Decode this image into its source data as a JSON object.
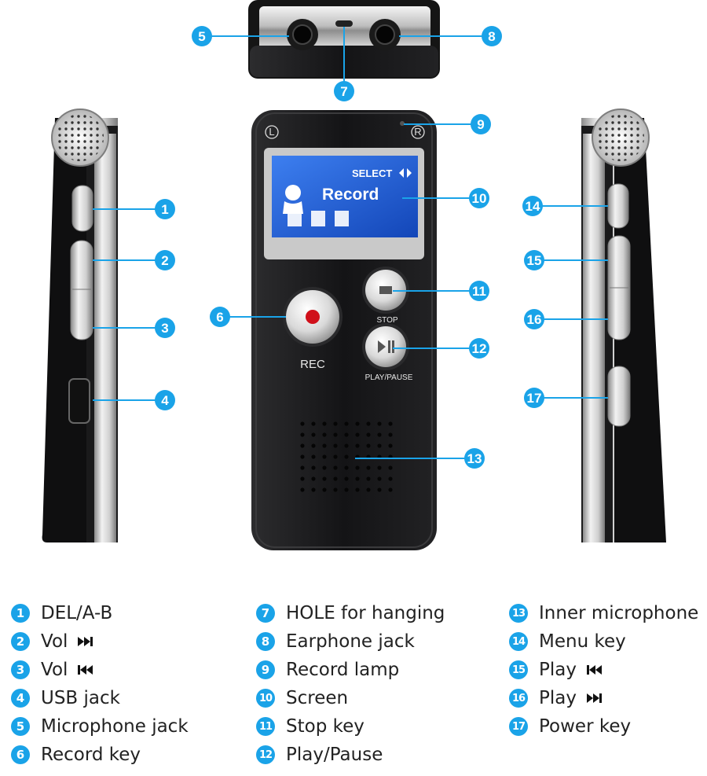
{
  "colors": {
    "accent": "#1aa3e8",
    "device_body": "#1c1c1e",
    "screen": "#1e63d8",
    "record_dot": "#d0101a"
  },
  "device": {
    "screen": {
      "select_text": "SELECT",
      "record_text": "Record"
    },
    "stop_label": "STOP",
    "play_pause_label": "PLAY/PAUSE",
    "rec_label": "REC",
    "left_channel_mark": "L",
    "right_channel_mark": "R"
  },
  "callouts": [
    "1",
    "2",
    "3",
    "4",
    "5",
    "6",
    "7",
    "8",
    "9",
    "10",
    "11",
    "12",
    "13",
    "14",
    "15",
    "16",
    "17"
  ],
  "legend": [
    {
      "num": "1",
      "label": "DEL/A-B",
      "icon": ""
    },
    {
      "num": "2",
      "label": "Vol",
      "icon": "fast-forward-icon"
    },
    {
      "num": "3",
      "label": "Vol",
      "icon": "rewind-icon"
    },
    {
      "num": "4",
      "label": "USB jack",
      "icon": ""
    },
    {
      "num": "5",
      "label": "Microphone jack",
      "icon": ""
    },
    {
      "num": "6",
      "label": "Record key",
      "icon": ""
    },
    {
      "num": "7",
      "label": "HOLE for hanging",
      "icon": ""
    },
    {
      "num": "8",
      "label": "Earphone jack",
      "icon": ""
    },
    {
      "num": "9",
      "label": "Record lamp",
      "icon": ""
    },
    {
      "num": "10",
      "label": "Screen",
      "icon": ""
    },
    {
      "num": "11",
      "label": "Stop key",
      "icon": ""
    },
    {
      "num": "12",
      "label": "Play/Pause",
      "icon": ""
    },
    {
      "num": "13",
      "label": "Inner microphone",
      "icon": ""
    },
    {
      "num": "14",
      "label": "Menu key",
      "icon": ""
    },
    {
      "num": "15",
      "label": "Play",
      "icon": "rewind-icon"
    },
    {
      "num": "16",
      "label": "Play",
      "icon": "fast-forward-icon"
    },
    {
      "num": "17",
      "label": "Power key",
      "icon": ""
    }
  ]
}
